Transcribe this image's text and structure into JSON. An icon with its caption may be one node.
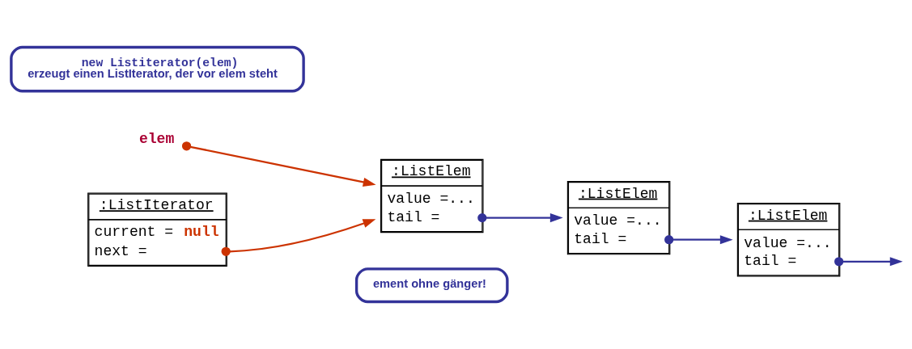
{
  "diagram": {
    "nodes": [
      {
        "text": [
          "ement ohne gänger!"
        ]
      },
      {
        "text": [
          "elem"
        ]
      },
      {
        "text": [
          ":ListElem",
          "value =...",
          "tail ="
        ]
      },
      {
        "text": [
          ":ListElem",
          "value =...",
          "tail ="
        ]
      },
      {
        "text": [
          ":ListElem",
          "value =...",
          "tail ="
        ]
      },
      {
        "text": [
          ":ListIterator",
          "current = **null**",
          "next ="
        ]
      },
      {
        "text": [
          "new Listiterator(elem)",
          "erzeugt einen ListIterator, der vor elem steht"
        ]
      }
    ],
    "edges": [
      {
        "from": 1,
        "to": 2,
        "arrow": "to",
        "color": "#cc3300"
      },
      {
        "from": 2,
        "to": 3,
        "arrow": "to"
      },
      {
        "from": 3,
        "to": 4,
        "arrow": "to"
      },
      {
        "from": 4,
        "to": null,
        "arrow": "to"
      },
      {
        "from": 5,
        "to": 2,
        "arrow": "to",
        "color": "#cc3300"
      }
    ]
  }
}
